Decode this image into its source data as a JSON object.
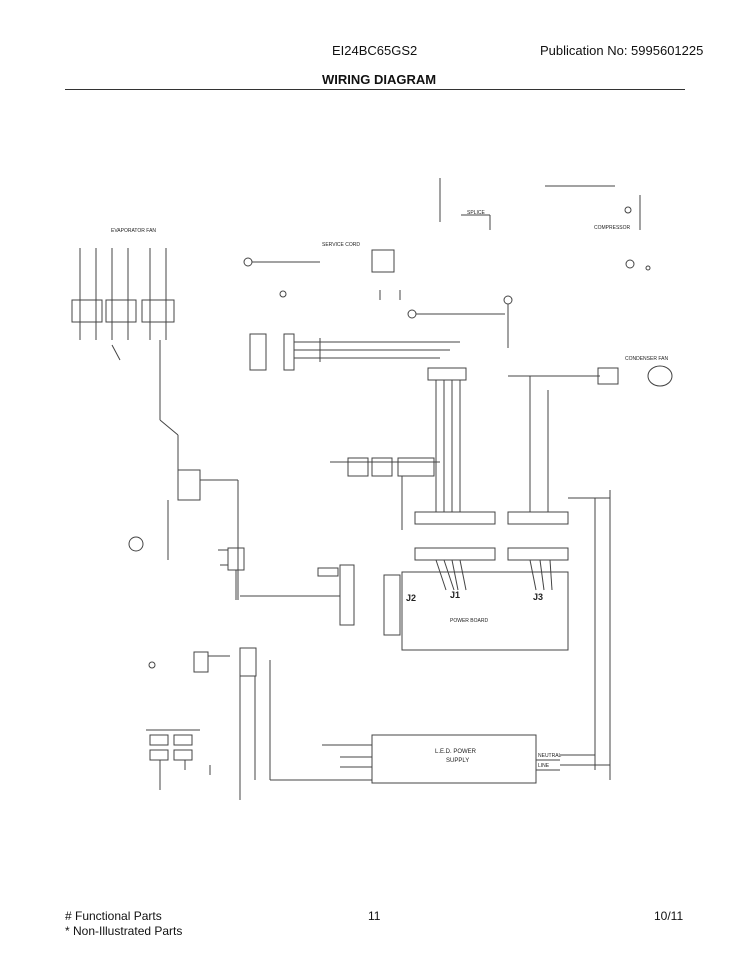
{
  "header": {
    "model": "EI24BC65GS2",
    "publication": "Publication No:  5995601225",
    "title": "WIRING DIAGRAM"
  },
  "diagram": {
    "power_board_label": "POWER BOARD",
    "j1": "J1",
    "j2": "J2",
    "j3": "J3",
    "led_supply_line1": "L.E.D. POWER",
    "led_supply_line2": "SUPPLY",
    "splice": "SPLICE",
    "service_cord": "SERVICE CORD",
    "compressor": "COMPRESSOR",
    "condenser_fan": "CONDENSER FAN",
    "evaporator_fan": "EVAPORATOR FAN",
    "neutral": "NEUTRAL",
    "line": "LINE"
  },
  "footer": {
    "functional": "# Functional Parts",
    "non_illustrated": "* Non-Illustrated Parts",
    "page": "11",
    "date": "10/11"
  }
}
